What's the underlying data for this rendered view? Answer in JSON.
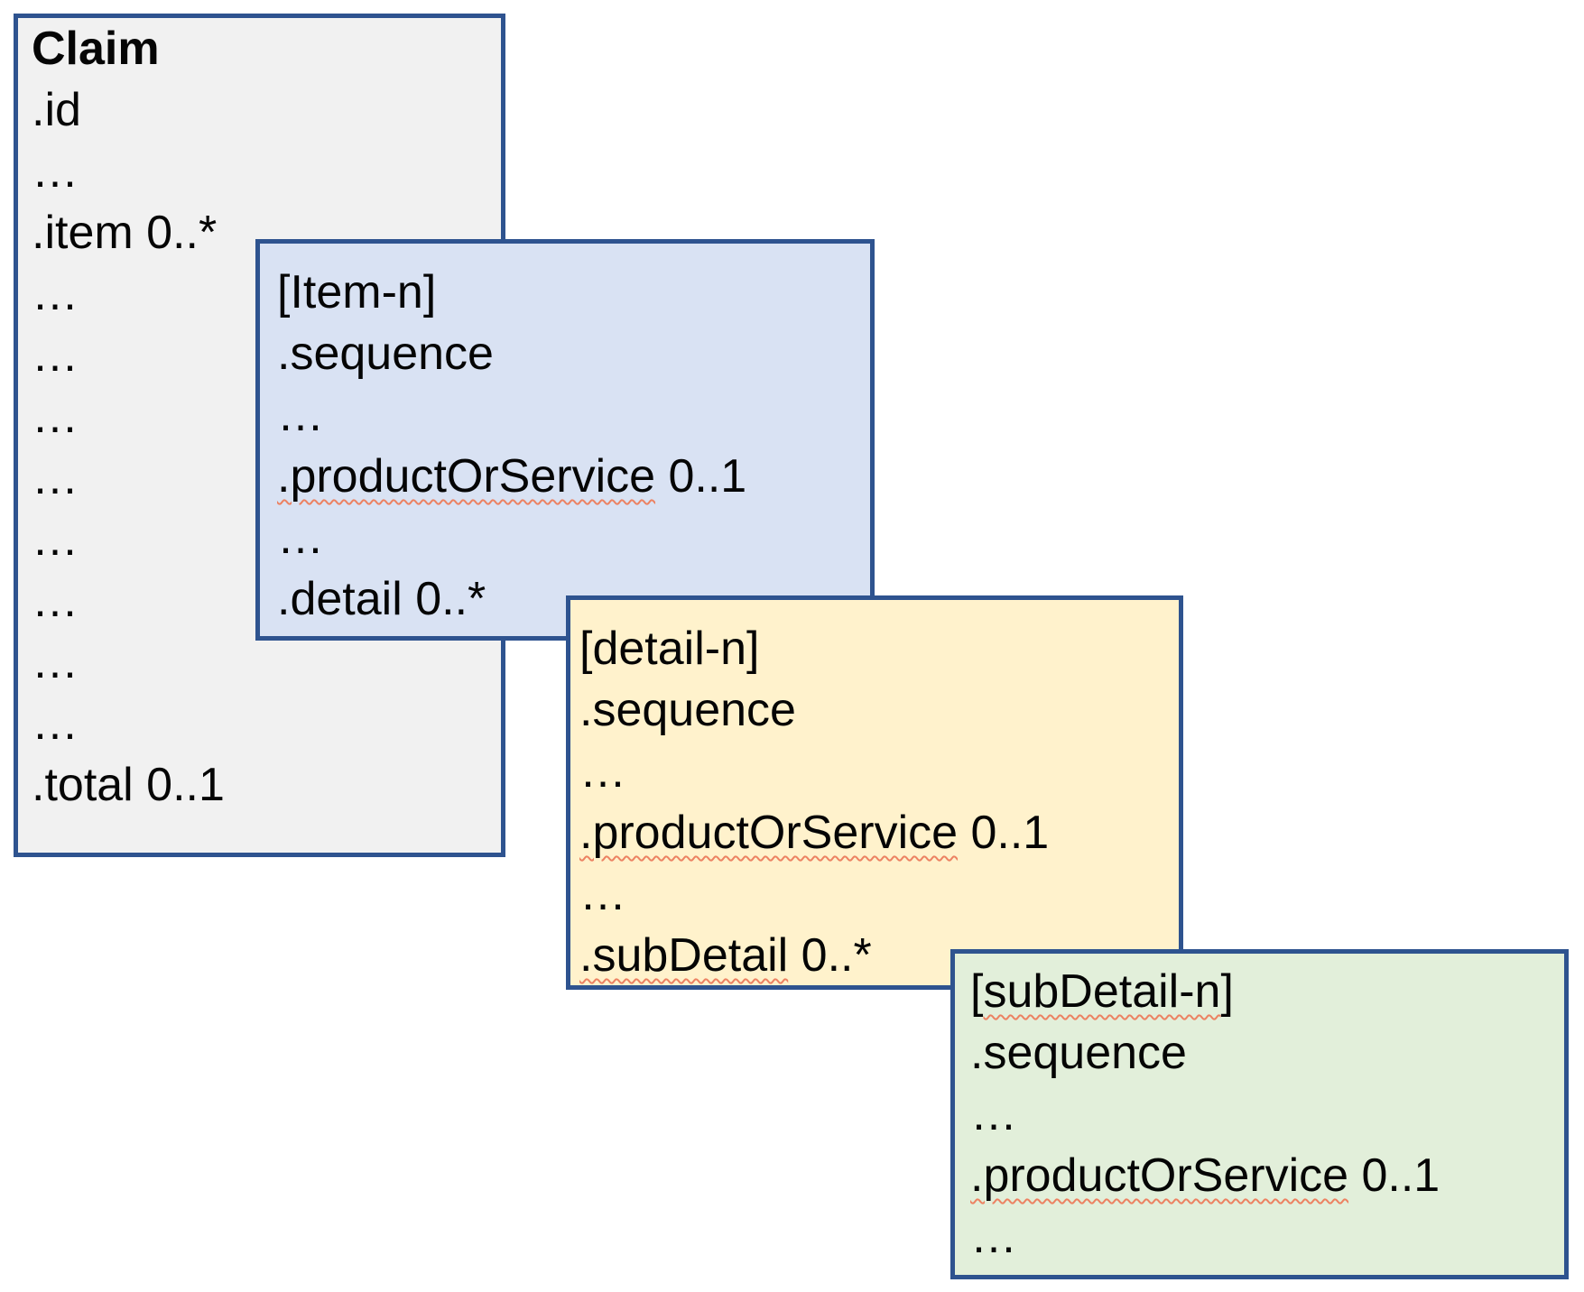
{
  "colors": {
    "border": "#2E538F",
    "text": "#050505",
    "spellcheck_underline": "#EC8262",
    "claim_fill": "#F1F1F1",
    "item_fill": "#D9E2F3",
    "detail_fill": "#FFF2CC",
    "subdetail_fill": "#E2EFDA"
  },
  "boxes": [
    {
      "id": "claim",
      "lines": [
        [
          {
            "text": "Claim",
            "bold": true
          }
        ],
        [
          {
            "text": ".id"
          }
        ],
        [
          {
            "text": "…"
          }
        ],
        [
          {
            "text": ".item 0..*"
          }
        ],
        [
          {
            "text": "…"
          }
        ],
        [
          {
            "text": "…"
          }
        ],
        [
          {
            "text": "…"
          }
        ],
        [
          {
            "text": "…"
          }
        ],
        [
          {
            "text": "…"
          }
        ],
        [
          {
            "text": "…"
          }
        ],
        [
          {
            "text": "…"
          }
        ],
        [
          {
            "text": "…"
          }
        ],
        [
          {
            "text": ".total 0..1"
          }
        ]
      ]
    },
    {
      "id": "item",
      "lines": [
        [
          {
            "text": "[Item-n]"
          }
        ],
        [
          {
            "text": ".sequence"
          }
        ],
        [
          {
            "text": "…"
          }
        ],
        [
          {
            "text": ".productOrService",
            "misspelled": true
          },
          {
            "text": " 0..1"
          }
        ],
        [
          {
            "text": "…"
          }
        ],
        [
          {
            "text": ".detail 0..*"
          }
        ]
      ]
    },
    {
      "id": "detail",
      "lines": [
        [
          {
            "text": "[detail-n]"
          }
        ],
        [
          {
            "text": ".sequence"
          }
        ],
        [
          {
            "text": "…"
          }
        ],
        [
          {
            "text": ".productOrService",
            "misspelled": true
          },
          {
            "text": " 0..1"
          }
        ],
        [
          {
            "text": "…"
          }
        ],
        [
          {
            "text": ".subDetail",
            "misspelled": true
          },
          {
            "text": " 0..*"
          }
        ]
      ]
    },
    {
      "id": "subdetail",
      "lines": [
        [
          {
            "text": "["
          },
          {
            "text": "subDetail-n",
            "misspelled": true
          },
          {
            "text": "]"
          }
        ],
        [
          {
            "text": ".sequence"
          }
        ],
        [
          {
            "text": "…"
          }
        ],
        [
          {
            "text": ".productOrService",
            "misspelled": true
          },
          {
            "text": " 0..1"
          }
        ],
        [
          {
            "text": "…"
          }
        ]
      ]
    }
  ]
}
